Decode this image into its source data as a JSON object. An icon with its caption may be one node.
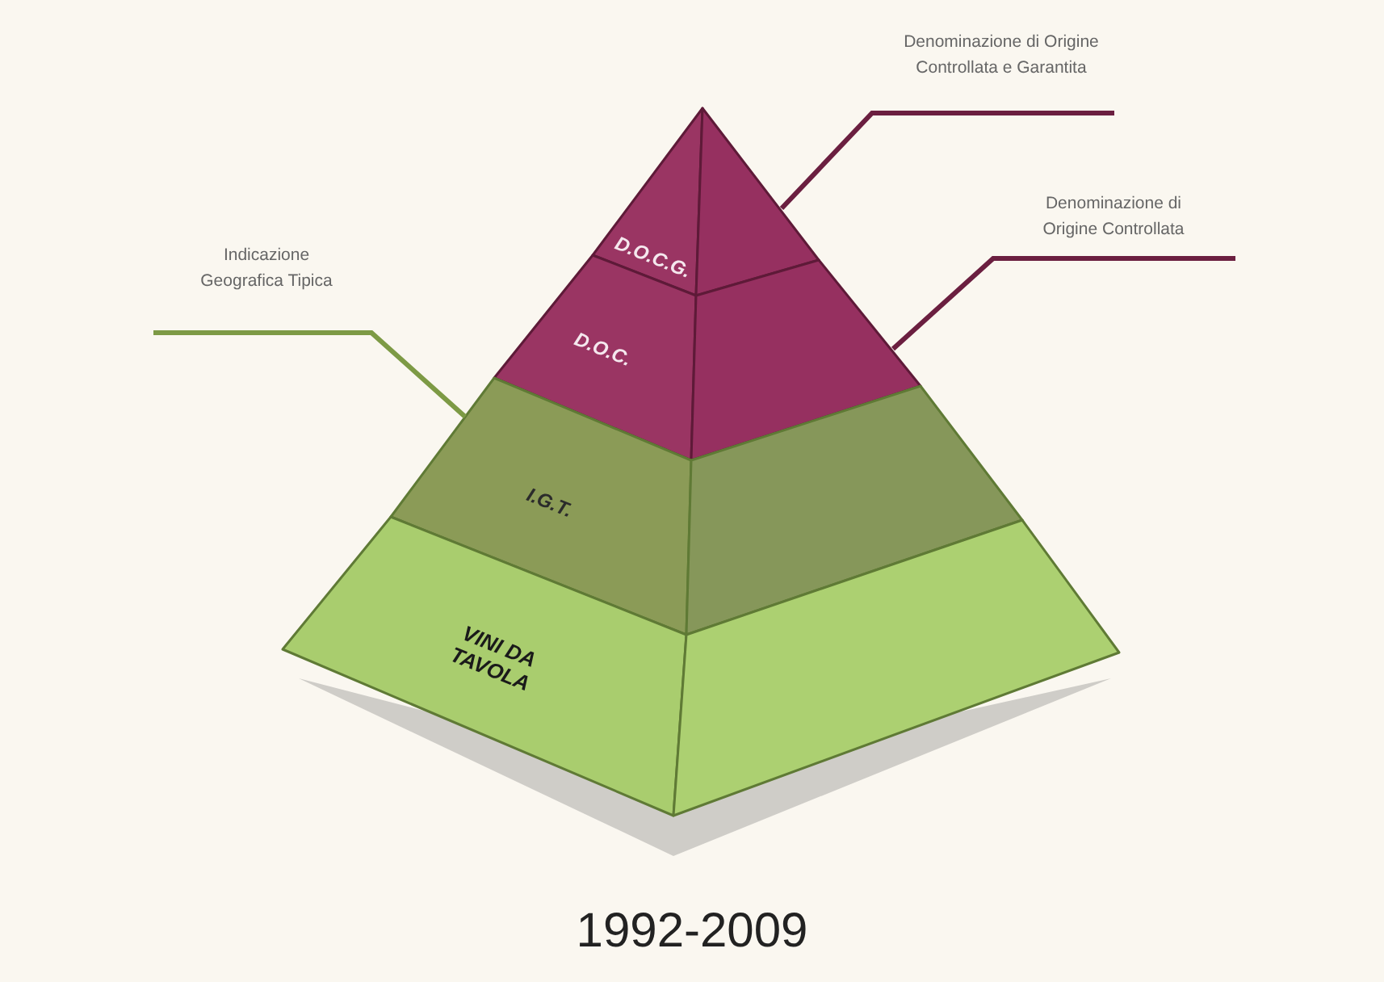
{
  "diagram": {
    "caption": "1992-2009",
    "nodes": [
      {
        "text": [
          "D.O.C.G."
        ]
      },
      {
        "text": [
          "D.O.C."
        ]
      },
      {
        "text": [
          "I.G.T."
        ]
      },
      {
        "text": [
          "VINI DA TAVOLA"
        ]
      },
      {
        "text": [
          "Denominazione di Origine Controllata e Garantita"
        ]
      },
      {
        "text": [
          "Denominazione di Origine Controllata"
        ]
      },
      {
        "text": [
          "Indicazione Geografica Tipica"
        ]
      }
    ],
    "edges": [
      {
        "from": 4,
        "to": 0,
        "arrow": "none"
      },
      {
        "from": 5,
        "to": 1,
        "arrow": "none"
      },
      {
        "from": 6,
        "to": 2,
        "arrow": "none",
        "color": "#7d9a45"
      }
    ]
  }
}
